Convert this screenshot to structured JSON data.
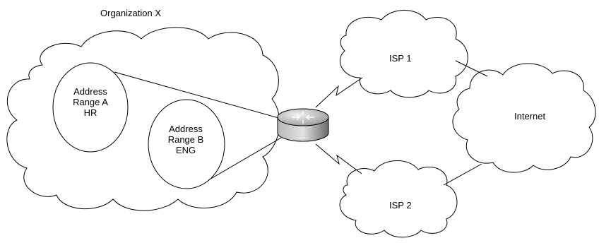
{
  "diagram": {
    "org_label": "Organization X",
    "range_a": {
      "line1": "Address",
      "line2": "Range A",
      "line3": "HR"
    },
    "range_b": {
      "line1": "Address",
      "line2": "Range B",
      "line3": "ENG"
    },
    "isp1_label": "ISP 1",
    "isp2_label": "ISP 2",
    "internet_label": "Internet",
    "router_icon": "router-icon",
    "colors": {
      "stroke": "#000000",
      "background": "#ffffff",
      "router": "#9a9a9a"
    }
  }
}
